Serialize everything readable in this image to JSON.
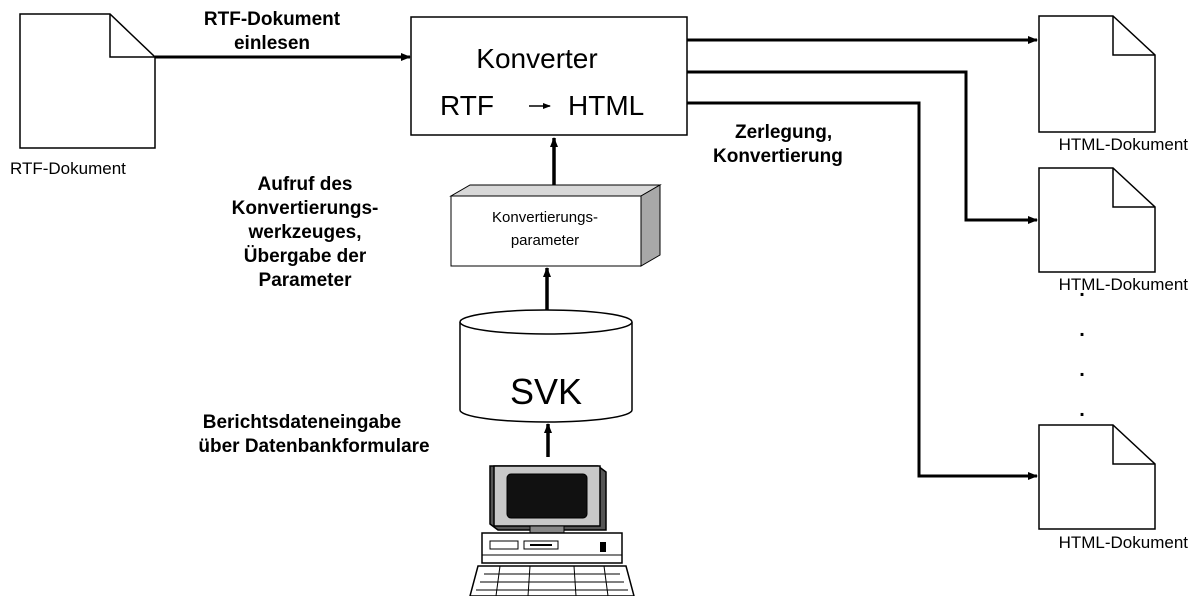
{
  "labels": {
    "rtf_doc_caption": "RTF-Dokument",
    "read_in_line1": "RTF-Dokument",
    "read_in_line2": "einlesen",
    "converter_title": "Konverter",
    "converter_rtf": "RTF",
    "converter_html": "HTML",
    "params_line1": "Konvertierungs-",
    "params_line2": "parameter",
    "call_line1": "Aufruf des",
    "call_line2": "Konvertierungs-",
    "call_line3": "werkzeuges,",
    "call_line4": "Übergabe der",
    "call_line5": "Parameter",
    "db_label": "SVK",
    "input_line1": "Berichtsdateneingabe",
    "input_line2": "über Datenbankformulare",
    "split_line1": "Zerlegung,",
    "split_line2": "Konvertierung",
    "html_doc_caption_1": "HTML-Dokument",
    "html_doc_caption_2": "HTML-Dokument",
    "html_doc_caption_3": "HTML-Dokument",
    "ellipsis_dot": "."
  }
}
